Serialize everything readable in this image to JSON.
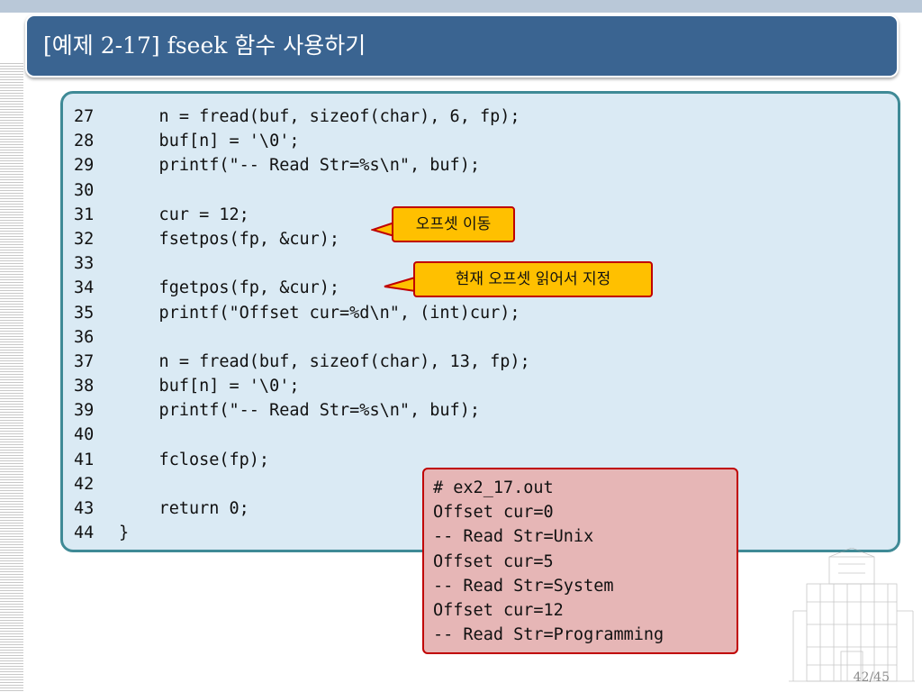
{
  "slide": {
    "title": "[예제 2-17] fseek 함수 사용하기",
    "page_number": "42/45"
  },
  "code": {
    "lines": [
      {
        "num": "27",
        "text": "    n = fread(buf, sizeof(char), 6, fp);"
      },
      {
        "num": "28",
        "text": "    buf[n] = '\\0';"
      },
      {
        "num": "29",
        "text": "    printf(\"-- Read Str=%s\\n\", buf);"
      },
      {
        "num": "30",
        "text": ""
      },
      {
        "num": "31",
        "text": "    cur = 12;"
      },
      {
        "num": "32",
        "text": "    fsetpos(fp, &cur);"
      },
      {
        "num": "33",
        "text": ""
      },
      {
        "num": "34",
        "text": "    fgetpos(fp, &cur);"
      },
      {
        "num": "35",
        "text": "    printf(\"Offset cur=%d\\n\", (int)cur);"
      },
      {
        "num": "36",
        "text": ""
      },
      {
        "num": "37",
        "text": "    n = fread(buf, sizeof(char), 13, fp);"
      },
      {
        "num": "38",
        "text": "    buf[n] = '\\0';"
      },
      {
        "num": "39",
        "text": "    printf(\"-- Read Str=%s\\n\", buf);"
      },
      {
        "num": "40",
        "text": ""
      },
      {
        "num": "41",
        "text": "    fclose(fp);"
      },
      {
        "num": "42",
        "text": ""
      },
      {
        "num": "43",
        "text": "    return 0;"
      },
      {
        "num": "44",
        "text": "}"
      }
    ]
  },
  "callouts": {
    "offset_move": "오프셋 이동",
    "read_current_offset": "현재 오프셋 읽어서 지정"
  },
  "output": {
    "lines": [
      "# ex2_17.out",
      "Offset cur=0",
      "-- Read Str=Unix",
      "Offset cur=5",
      "-- Read Str=System",
      "Offset cur=12",
      "-- Read Str=Programming"
    ]
  },
  "colors": {
    "title_bar": "#3a6491",
    "code_background": "#daeaf4",
    "code_border": "#3f8a96",
    "callout_fill": "#ffc000",
    "callout_border": "#c00000",
    "output_fill": "#e6b6b6"
  }
}
